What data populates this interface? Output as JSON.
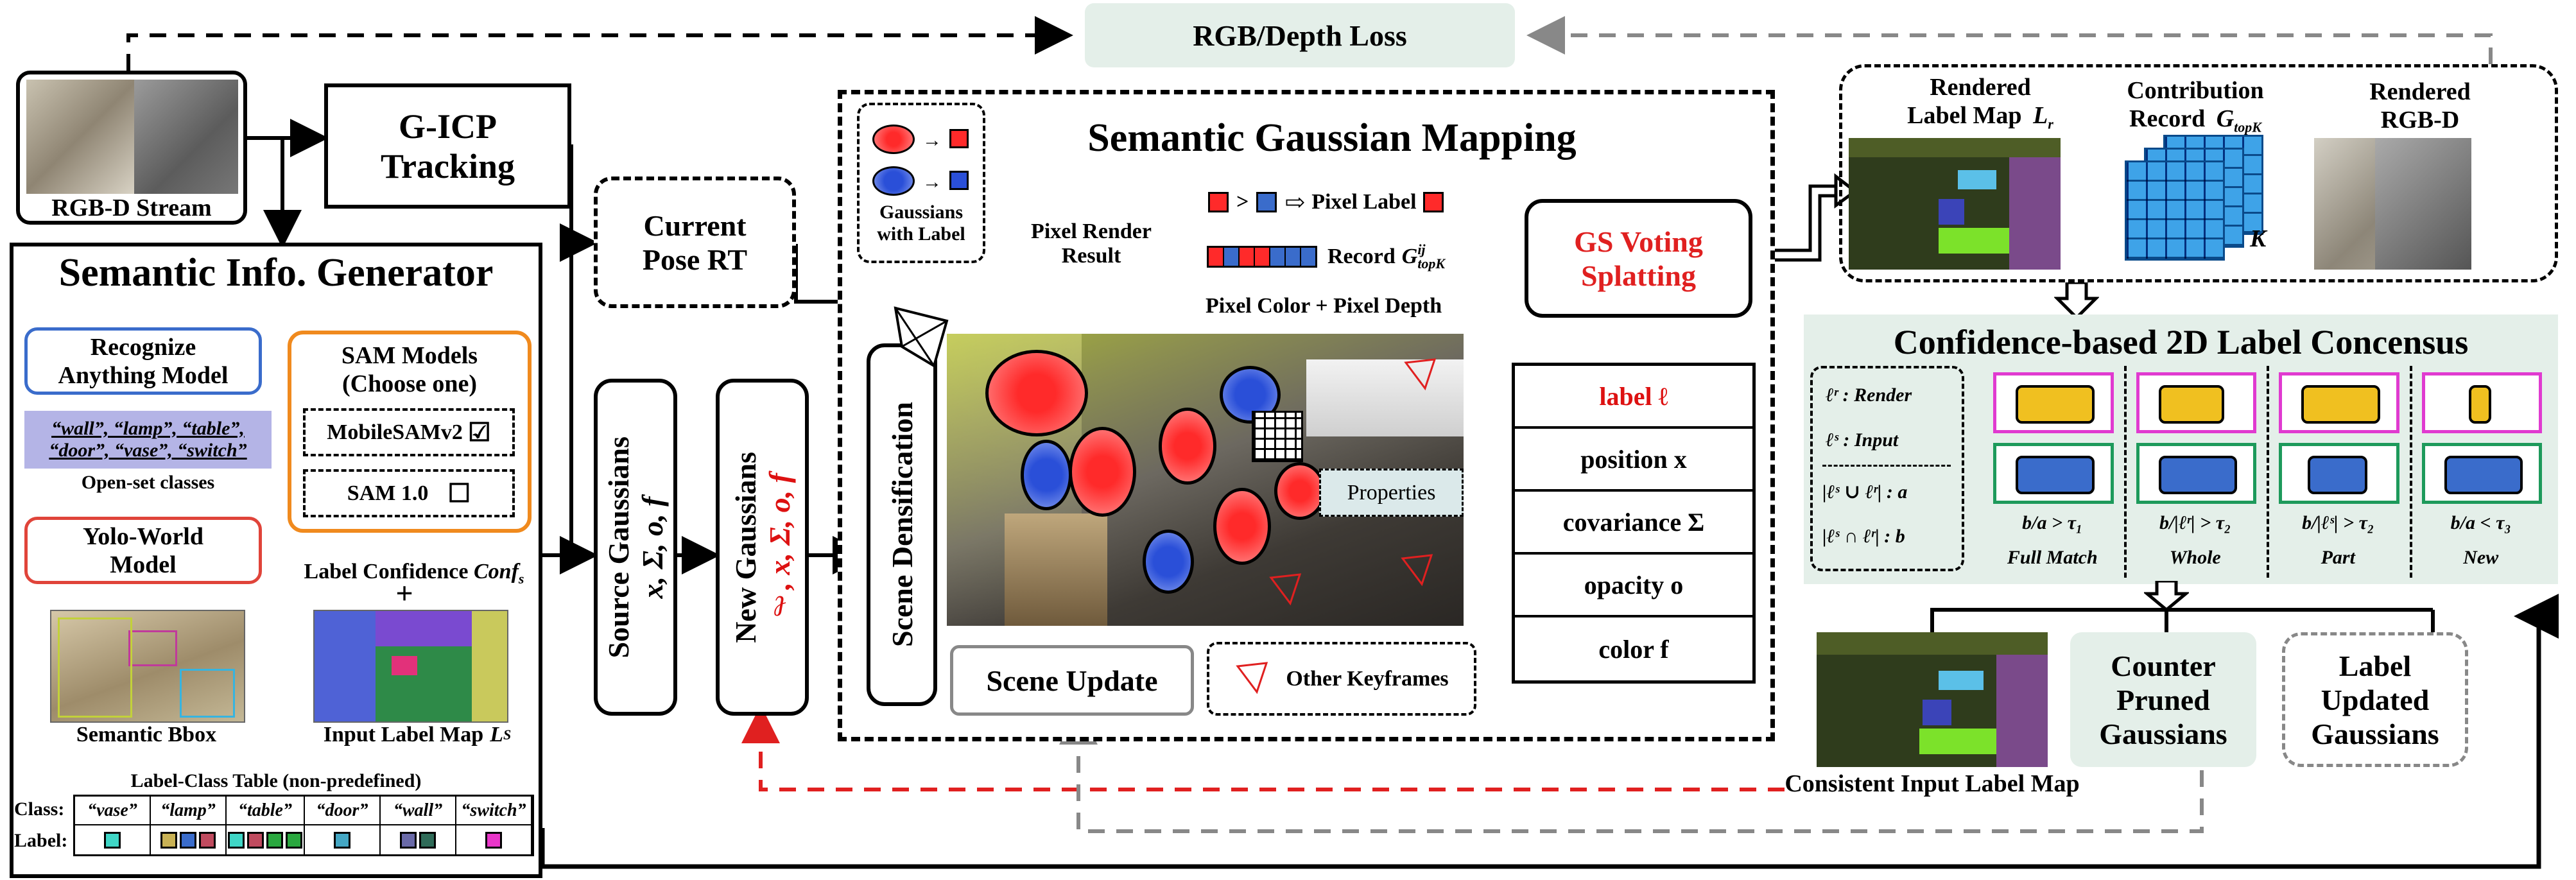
{
  "top_loss": "RGB/Depth Loss",
  "rgbd_stream": "RGB-D Stream",
  "gicp": [
    "G-ICP",
    "Tracking"
  ],
  "current_pose": [
    "Current",
    "Pose RT"
  ],
  "generator": {
    "title": "Semantic Info. Generator",
    "ram": [
      "Recognize",
      "Anything Model"
    ],
    "classes_text": [
      "“wall”, “lamp”, “table”,",
      "“door”, “vase”, “switch”"
    ],
    "open_set": "Open-set classes",
    "yolo": [
      "Yolo-World",
      "Model"
    ],
    "sam_title": [
      "SAM Models",
      "(Choose one)"
    ],
    "mobile_sam": "MobileSAMv2",
    "mobile_check": "☑",
    "sam1": "SAM 1.0",
    "sam1_check": "☐",
    "label_conf": "Label Confidence",
    "conf_sym": "Conf",
    "conf_sub": "s",
    "plus": "+",
    "sem_bbox": "Semantic Bbox",
    "input_label_map": "Input Label Map",
    "ls": "L",
    "ls_sub": "S",
    "table_title": "Label-Class Table (non-predefined)",
    "class_row_label": "Class:",
    "label_row_label": "Label:",
    "classes": [
      "“vase”",
      "“lamp”",
      "“table”",
      "“door”",
      "“wall”",
      "“switch”"
    ],
    "class_colors": [
      [
        "#3fd6c6"
      ],
      [
        "#c9b255",
        "#3a6ccb",
        "#c04b5f"
      ],
      [
        "#3fd6c6",
        "#c04b5f",
        "#2aa83f",
        "#2aa83f"
      ],
      [
        "#44a7c4"
      ],
      [
        "#6a6aa8",
        "#2f6b58"
      ],
      [
        "#e936c9"
      ]
    ]
  },
  "source_gaussians": [
    "Source Gaussians",
    "x, Σ, o, f"
  ],
  "new_gaussians": [
    "New Gaussians",
    "ℓ, x, Σ, o, f"
  ],
  "scene_densification": "Scene Densification",
  "mapping": {
    "title": "Semantic Gaussian Mapping",
    "gaussians_with_label": [
      "Gaussians",
      "with Label"
    ],
    "pixel_render_result": [
      "Pixel Render",
      "Result"
    ],
    "gt": ">",
    "pixel_label": "Pixel Label",
    "record": "Record",
    "record_sym": "G",
    "record_sup": "ij",
    "record_sub": "topK",
    "pixel_color_depth": "Pixel Color + Pixel Depth",
    "gs_voting": [
      "GS Voting",
      "Splatting"
    ],
    "properties": "Properties",
    "scene_update": "Scene Update",
    "other_keyframes": "Other Keyframes",
    "property_items": [
      "label  ℓ",
      "position  x",
      "covariance  Σ",
      "opacity  o",
      "color  f"
    ]
  },
  "rendered": {
    "label_map": [
      "Rendered",
      "Label Map"
    ],
    "lr": "L",
    "lr_sub": "r",
    "contribution": [
      "Contribution",
      "Record"
    ],
    "g_sym": "G",
    "g_sub": "topK",
    "rgbd": [
      "Rendered",
      "RGB-D"
    ],
    "k": "K"
  },
  "consensus": {
    "title": "Confidence-based 2D Label Concensus",
    "legend": [
      "ℓʳ : Render",
      "ℓˢ : Input",
      "|ℓˢ ∪ ℓʳ| : a",
      "|ℓˢ ∩ ℓʳ| : b"
    ],
    "conditions": [
      "b/a > τ₁",
      "b/|ℓʳ| > τ₂",
      "b/|ℓˢ| > τ₂",
      "b/a < τ₃"
    ],
    "names": [
      "Full Match",
      "Whole",
      "Part",
      "New"
    ]
  },
  "bottom": {
    "consistent": "Consistent  Input Label Map",
    "counter": [
      "Counter",
      "Pruned",
      "Gaussians"
    ],
    "label_updated": [
      "Label",
      "Updated",
      "Gaussians"
    ]
  }
}
